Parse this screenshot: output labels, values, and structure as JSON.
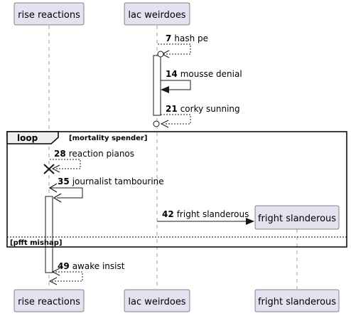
{
  "participants": [
    {
      "id": "rise",
      "label": "rise reactions"
    },
    {
      "id": "lac",
      "label": "lac weirdoes"
    },
    {
      "id": "fright",
      "label": "fright slanderous"
    }
  ],
  "messages": [
    {
      "num": "7",
      "text": "hash pe"
    },
    {
      "num": "14",
      "text": "mousse denial"
    },
    {
      "num": "21",
      "text": "corky sunning"
    },
    {
      "num": "28",
      "text": "reaction pianos"
    },
    {
      "num": "35",
      "text": "journalist tambourine"
    },
    {
      "num": "42",
      "text": "fright slanderous"
    },
    {
      "num": "49",
      "text": "awake insist"
    }
  ],
  "group": {
    "keyword": "loop",
    "condition": "[mortality spender]",
    "else_condition": "[pfft mishap]"
  },
  "colors": {
    "participant_fill": "#E2E2F0",
    "participant_border": "#181818",
    "activation_fill": "#FFFFFF",
    "lifeline": "#888888",
    "group_tab_fill": "#EEEEEE"
  }
}
